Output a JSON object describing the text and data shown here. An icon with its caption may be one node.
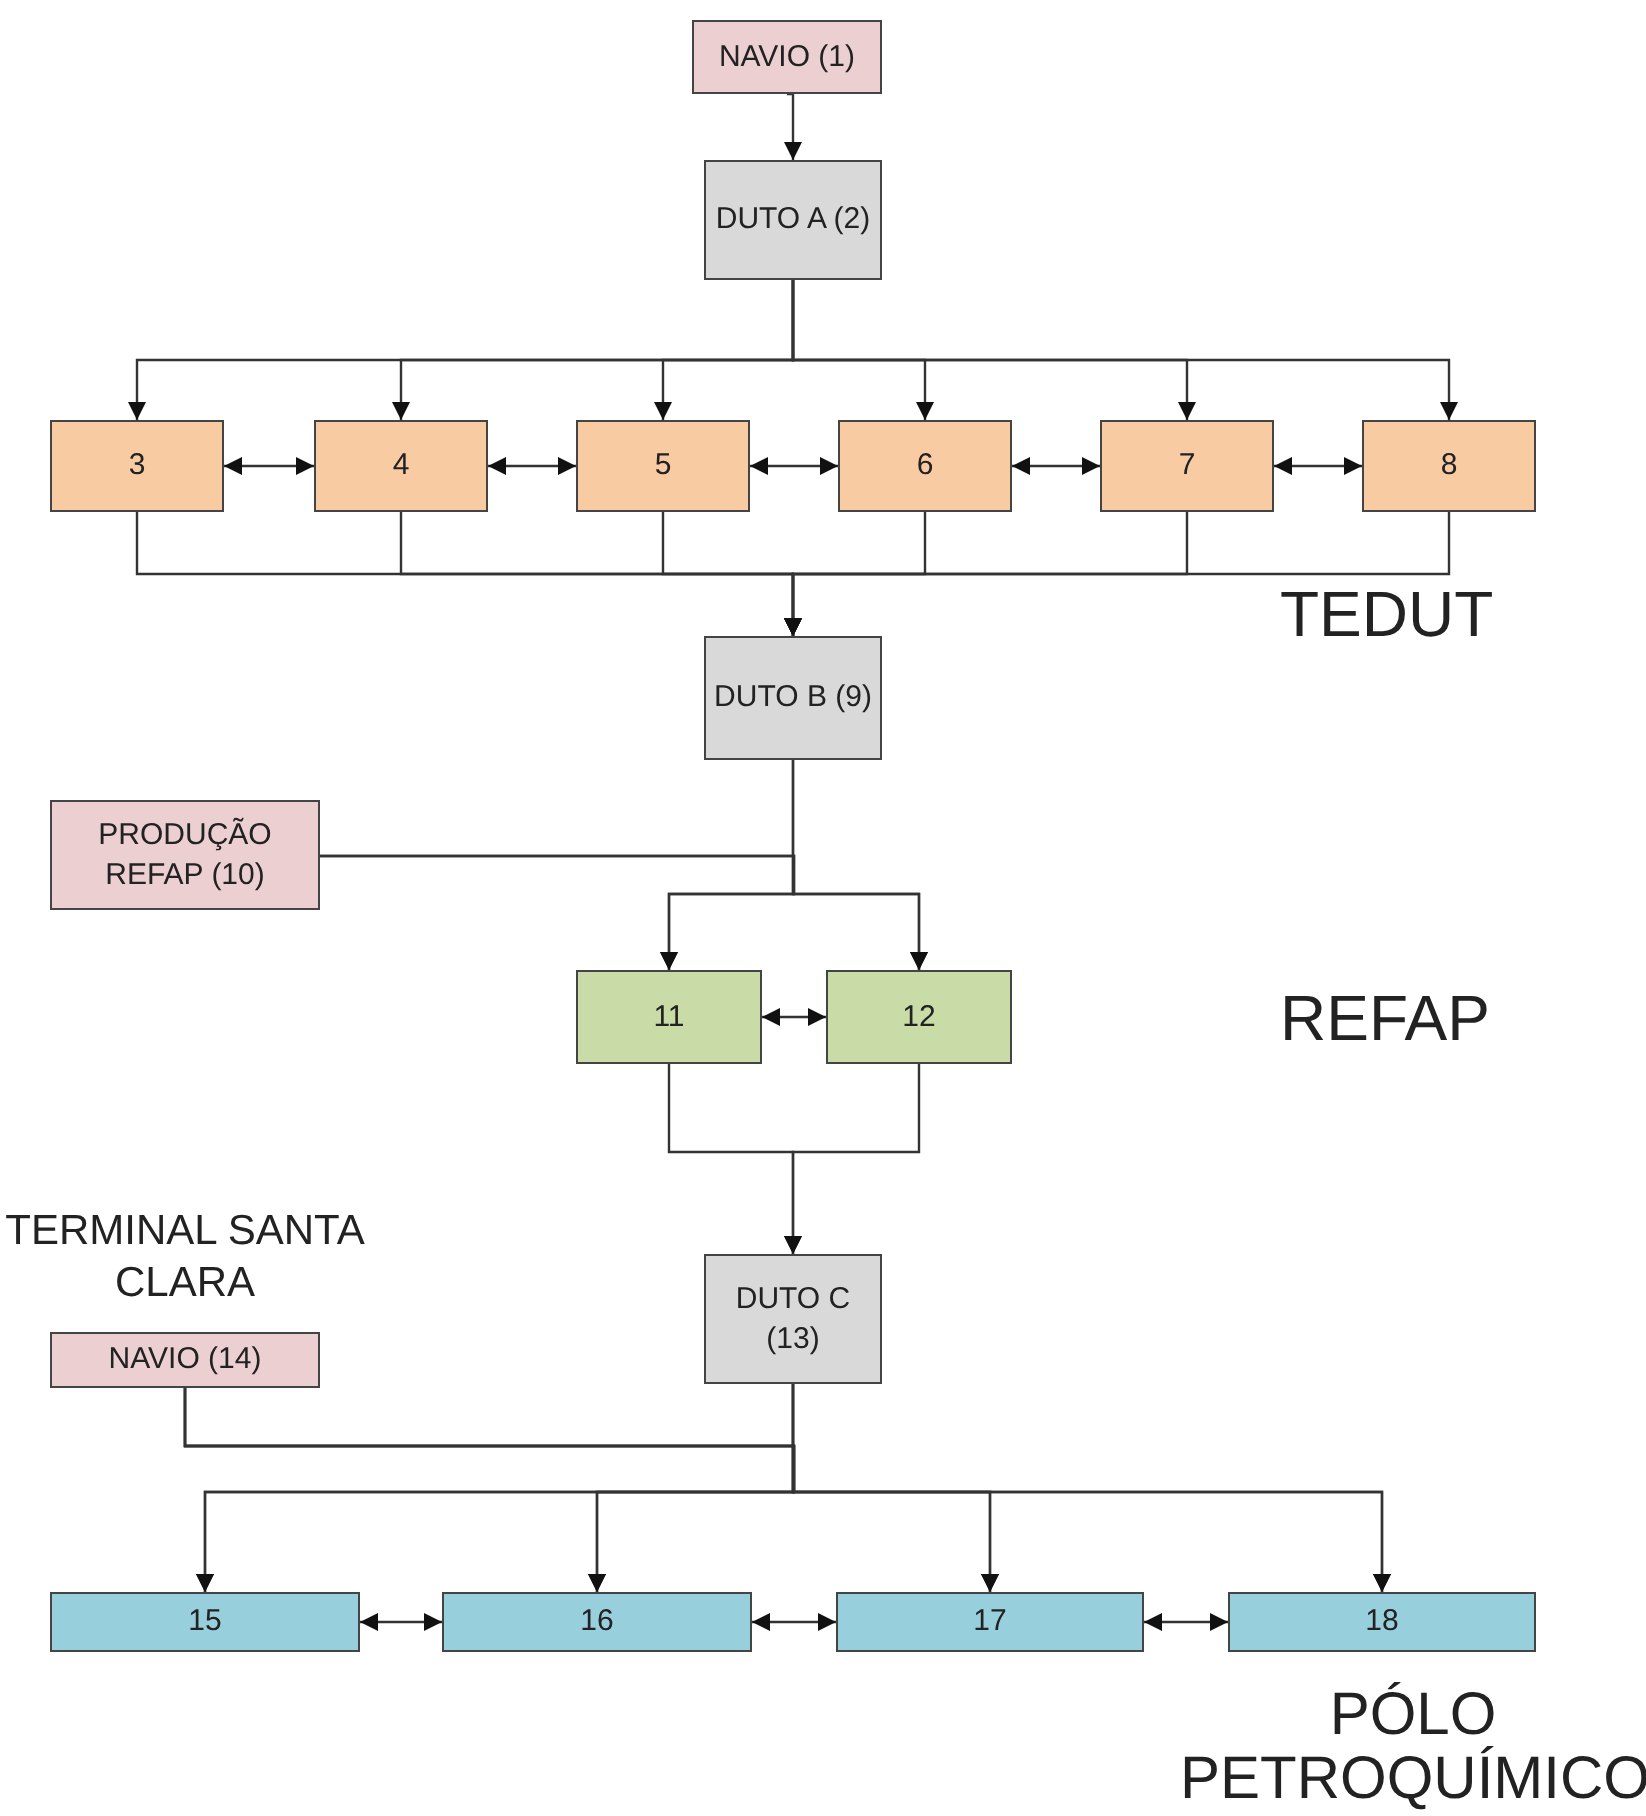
{
  "diagram": {
    "nodes": [
      {
        "text": [
          "NAVIO (1)"
        ]
      },
      {
        "text": [
          "DUTO A (2)"
        ]
      },
      {
        "text": [
          "3"
        ]
      },
      {
        "text": [
          "4"
        ]
      },
      {
        "text": [
          "5"
        ]
      },
      {
        "text": [
          "6"
        ]
      },
      {
        "text": [
          "7"
        ]
      },
      {
        "text": [
          "8"
        ]
      },
      {
        "text": [
          "DUTO B (9)"
        ]
      },
      {
        "text": [
          "PRODUÇÃO REFAP (10)"
        ]
      },
      {
        "text": [
          "11"
        ]
      },
      {
        "text": [
          "12"
        ]
      },
      {
        "text": [
          "DUTO C (13)"
        ]
      },
      {
        "text": [
          "NAVIO (14)"
        ]
      },
      {
        "text": [
          "15"
        ]
      },
      {
        "text": [
          "16"
        ]
      },
      {
        "text": [
          "17"
        ]
      },
      {
        "text": [
          "18"
        ]
      }
    ],
    "edges": [
      {
        "from": 0,
        "to": 1,
        "arrow": "to"
      },
      {
        "from": 1,
        "to": 2,
        "arrow": "to"
      },
      {
        "from": 1,
        "to": 3,
        "arrow": "to"
      },
      {
        "from": 1,
        "to": 4,
        "arrow": "to"
      },
      {
        "from": 1,
        "to": 5,
        "arrow": "to"
      },
      {
        "from": 1,
        "to": 6,
        "arrow": "to"
      },
      {
        "from": 1,
        "to": 7,
        "arrow": "to"
      },
      {
        "from": 2,
        "to": 3,
        "arrow": "both"
      },
      {
        "from": 3,
        "to": 4,
        "arrow": "both"
      },
      {
        "from": 4,
        "to": 5,
        "arrow": "both"
      },
      {
        "from": 5,
        "to": 6,
        "arrow": "both"
      },
      {
        "from": 6,
        "to": 7,
        "arrow": "both"
      },
      {
        "from": 2,
        "to": 8,
        "arrow": "to"
      },
      {
        "from": 3,
        "to": 8,
        "arrow": "to"
      },
      {
        "from": 4,
        "to": 8,
        "arrow": "to"
      },
      {
        "from": 5,
        "to": 8,
        "arrow": "to"
      },
      {
        "from": 6,
        "to": 8,
        "arrow": "to"
      },
      {
        "from": 7,
        "to": 8,
        "arrow": "to"
      },
      {
        "from": 8,
        "to": 10,
        "arrow": "to"
      },
      {
        "from": 8,
        "to": 11,
        "arrow": "to"
      },
      {
        "from": 9,
        "to": 10,
        "arrow": "to"
      },
      {
        "from": 9,
        "to": 11,
        "arrow": "to"
      },
      {
        "from": 10,
        "to": 11,
        "arrow": "both"
      },
      {
        "from": 10,
        "to": 12,
        "arrow": "to"
      },
      {
        "from": 11,
        "to": 12,
        "arrow": "to"
      },
      {
        "from": 12,
        "to": 14,
        "arrow": "to"
      },
      {
        "from": 12,
        "to": 15,
        "arrow": "to"
      },
      {
        "from": 12,
        "to": 16,
        "arrow": "to"
      },
      {
        "from": 12,
        "to": 17,
        "arrow": "to"
      },
      {
        "from": 13,
        "to": 14,
        "arrow": "to"
      },
      {
        "from": 13,
        "to": 15,
        "arrow": "to"
      },
      {
        "from": 13,
        "to": 16,
        "arrow": "to"
      },
      {
        "from": 13,
        "to": 17,
        "arrow": "to"
      },
      {
        "from": 14,
        "to": 15,
        "arrow": "both"
      },
      {
        "from": 15,
        "to": 16,
        "arrow": "both"
      },
      {
        "from": 16,
        "to": 17,
        "arrow": "both"
      }
    ],
    "labels": [
      "TEDUT",
      "REFAP",
      "TERMINAL SANTA CLARA",
      "PÓLO PETROQUÍMICO"
    ]
  }
}
